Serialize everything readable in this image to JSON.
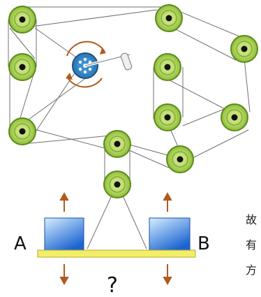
{
  "labels": {
    "block_a": "A",
    "block_b": "B",
    "question": "?"
  },
  "side_text": [
    "故",
    "有",
    "方"
  ],
  "colors": {
    "pulley_fill": "#b6d66a",
    "pulley_ring": "#5d8a1a",
    "pulley_center": "#111111",
    "rope": "#6b6b6b",
    "block_top": "#bfe2ff",
    "block_bottom": "#1e6fd9",
    "plank": "#f3ee6a",
    "plank_edge": "#b8a82a",
    "arrow": "#b05a1e",
    "crank_blue": "#2f7fbf"
  },
  "icons": {
    "crank": "hand-crank-icon",
    "pulley": "pulley-wheel-icon",
    "arrow_up": "arrow-up-icon",
    "arrow_down": "arrow-down-icon"
  }
}
